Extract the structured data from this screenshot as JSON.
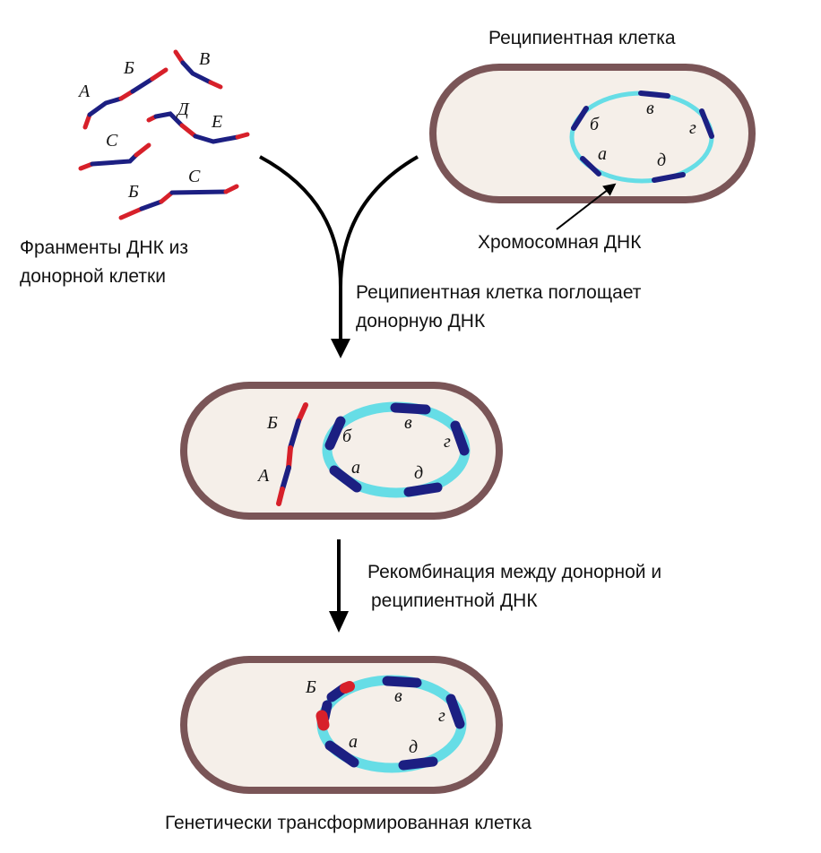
{
  "colors": {
    "cell_wall": "#7a5557",
    "cell_fill": "#f5efe9",
    "chromosome": "#66dde6",
    "gene": "#1c1f82",
    "donor_end": "#d7202a",
    "arrow": "#000000"
  },
  "labels": {
    "recipient_cell": "Реципиентная клетка",
    "chromosomal_dna": "Хромосомная ДНК",
    "donor_fragments_line1": "Франменты ДНК из",
    "donor_fragments_line2": "донорной клетки",
    "uptake_line1": "Реципиентная клетка поглощает",
    "uptake_line2": "донорную ДНК",
    "recombination_line1": "Рекомбинация между донорной и",
    "recombination_line2": "реципиентной ДНК",
    "transformed_cell": "Генетически трансформированная клетка"
  },
  "donor_genes": {
    "A": "А",
    "B": "Б",
    "V": "В",
    "S1": "С",
    "D": "Д",
    "E": "Е",
    "B2": "Б",
    "S2": "С"
  },
  "chromosome_genes": {
    "a": "а",
    "b": "б",
    "v": "в",
    "g": "г",
    "d": "д"
  },
  "uptake_genes": {
    "B": "Б",
    "A": "А"
  },
  "transformed_genes": {
    "B": "Б"
  }
}
